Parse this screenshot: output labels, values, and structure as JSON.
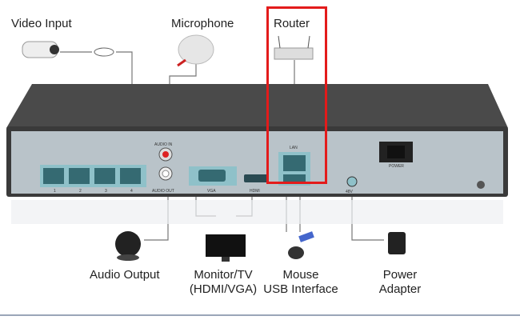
{
  "labels": {
    "video_input": "Video Input",
    "microphone": "Microphone",
    "router": "Router",
    "audio_output": "Audio Output",
    "monitor_line1": "Monitor/TV",
    "monitor_line2": "(HDMI/VGA)",
    "mouse_line1": "Mouse",
    "mouse_line2": "USB Interface",
    "power_line1": "Power",
    "power_line2": "Adapter"
  },
  "ports": {
    "audio_in": "AUDIO IN",
    "audio_out": "AUDIO OUT",
    "vga": "VGA",
    "hdmi": "HDMI",
    "lan": "LAN",
    "power": "POWER",
    "dc": "48V",
    "poe": [
      "1",
      "2",
      "3",
      "4"
    ]
  },
  "colors": {
    "highlight": "#e31b1b",
    "panel": "#b9c3c9",
    "body": "#4a4a4a"
  }
}
